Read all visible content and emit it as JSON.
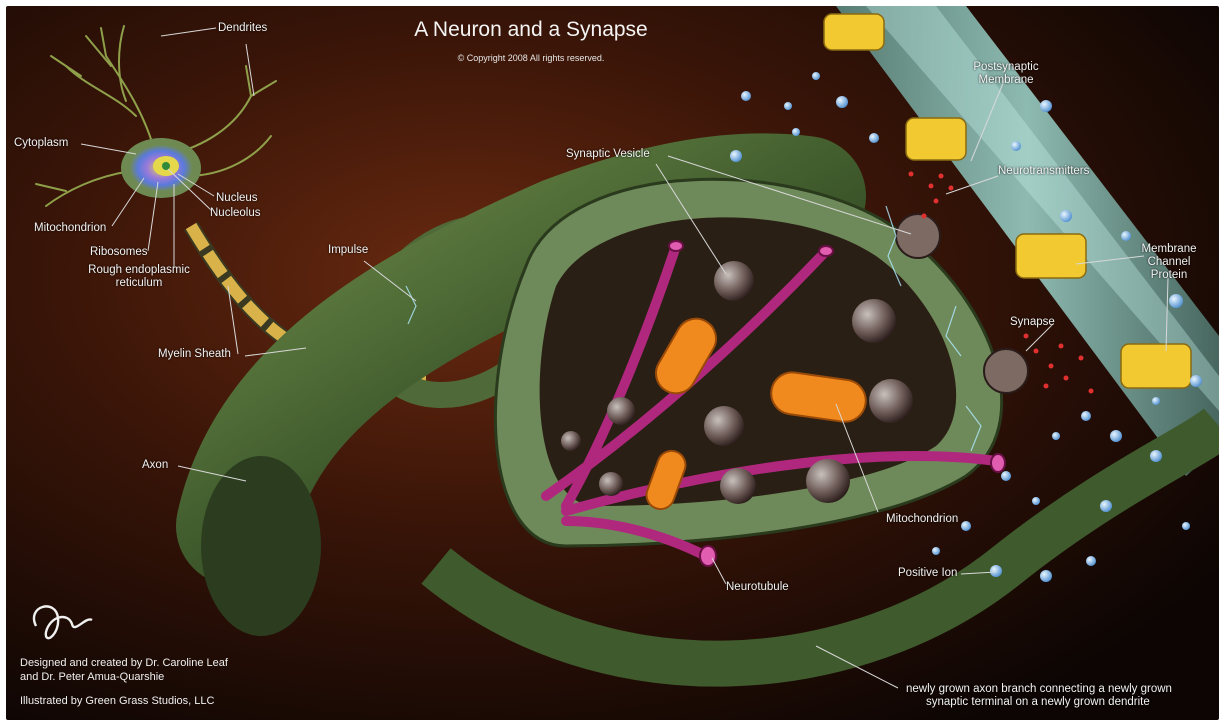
{
  "title": "A Neuron and a Synapse",
  "copyright": "© Copyright 2008  All rights reserved.",
  "labels": {
    "dendrites": "Dendrites",
    "cytoplasm": "Cytoplasm",
    "nucleus": "Nucleus",
    "nucleolus": "Nucleolus",
    "mitochondrion_cell": "Mitochondrion",
    "ribosomes": "Ribosomes",
    "rough_er_1": "Rough endoplasmic",
    "rough_er_2": "reticulum",
    "impulse": "Impulse",
    "myelin_sheath": "Myelin Sheath",
    "axon": "Axon",
    "synaptic_vesicle": "Synaptic Vesicle",
    "postsynaptic_1": "Postsynaptic",
    "postsynaptic_2": "Membrane",
    "neurotransmitters": "Neurotransmitters",
    "membrane_1": "Membrane",
    "membrane_2": "Channel",
    "membrane_3": "Protein",
    "synapse": "Synapse",
    "mitochondrion_terminal": "Mitochondrion",
    "positive_ion": "Positive Ion",
    "neurotubule": "Neurotubule",
    "branch_1": "newly grown axon branch connecting a newly grown",
    "branch_2": "synaptic terminal on a newly grown dendrite"
  },
  "credits": {
    "line1": "Designed and created by Dr. Caroline Leaf",
    "line2": "and Dr. Peter Amua-Quarshie",
    "line3": "Illustrated by Green Grass Studios, LLC"
  },
  "colors": {
    "background_dark": "#140806",
    "background_glow": "#5a220e",
    "axon_green": "#4f6a38",
    "myelin_yellow": "#d9b24a",
    "neurotubule_magenta": "#b0287e",
    "mitochondrion_orange": "#f08a1e",
    "membrane_cyan": "#9fe0e0",
    "channel_yellow": "#f2c930"
  }
}
